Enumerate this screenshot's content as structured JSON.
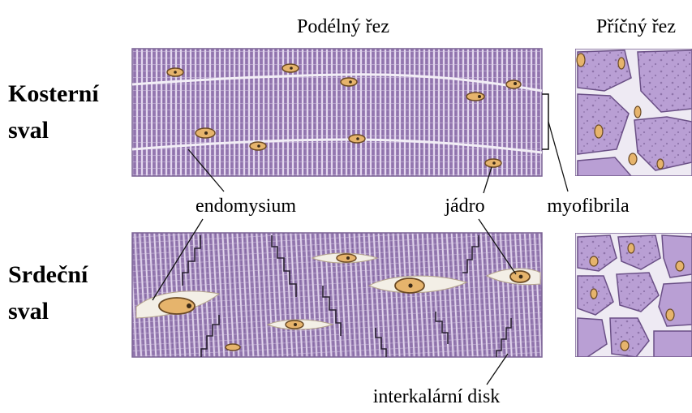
{
  "headers": {
    "longitudinal": "Podélný řez",
    "cross": "Příčný řez"
  },
  "rows": {
    "skeletal": {
      "line1": "Kosterní",
      "line2": "sval"
    },
    "cardiac": {
      "line1": "Srdeční",
      "line2": "sval"
    }
  },
  "labels": {
    "endomysium": "endomysium",
    "nucleus": "jádro",
    "myofibril": "myofibrila",
    "intercalated_disc": "interkalární disk"
  },
  "colors": {
    "muscle": "#9e82b8",
    "muscle_dark": "#7f63a0",
    "striation": "#e4d8ef",
    "cell_fill": "#b99fd4",
    "interstitium": "#eeeaf3",
    "nucleus_fill": "#e6b46c",
    "nucleus_edge": "#6b4a24",
    "endomysium_line": "#f2eef6",
    "connective": "#f3efe6",
    "disc_line": "#2a2233"
  }
}
